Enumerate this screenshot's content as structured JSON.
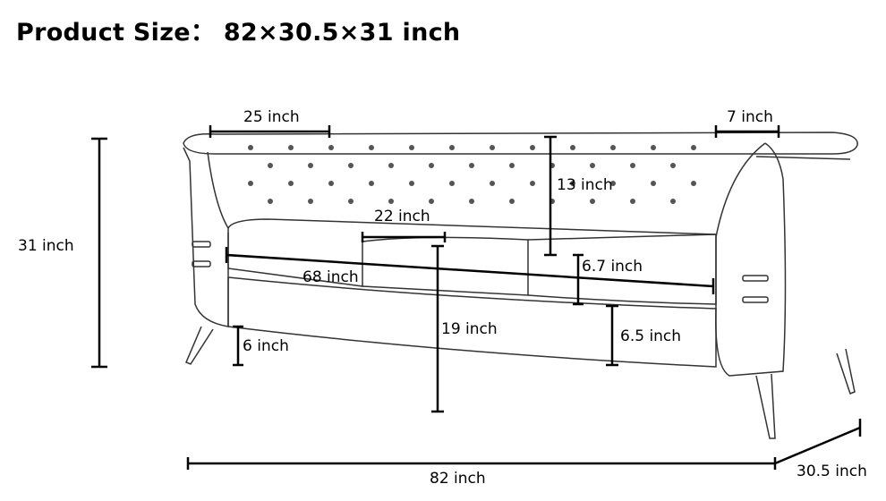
{
  "title": "Product Size： 82×30.5×31 inch",
  "dimensions": {
    "arm_width_top": "25 inch",
    "arm_depth": "7 inch",
    "total_height": "31 inch",
    "back_height": "13 inch",
    "seat_cushion_width": "22 inch",
    "seat_width": "68 inch",
    "cushion_thickness": "6.7 inch",
    "seat_height": "19 inch",
    "leg_height": "6 inch",
    "base_height": "6.5 inch",
    "total_width": "82 inch",
    "total_depth": "30.5 inch"
  }
}
